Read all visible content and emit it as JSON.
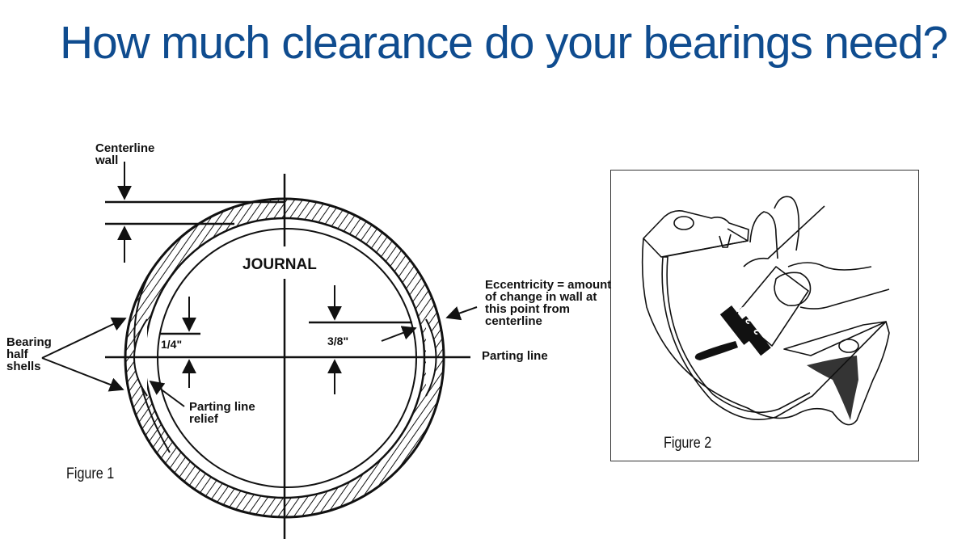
{
  "slide": {
    "title": "How much clearance do your bearings need?",
    "accent_color": "#0f4c8f"
  },
  "figure1": {
    "caption": "Figure 1",
    "labels": {
      "centerline_wall": "Centerline wall",
      "journal": "JOURNAL",
      "bearing_half_shells": "Bearing half shells",
      "quarter_inch": "1/4\"",
      "three_eighths_inch": "3/8\"",
      "eccentricity": "Eccentricity = amount of change in wall at this point from centerline",
      "parting_line": "Parting line",
      "parting_line_relief": "Parting line relief"
    }
  },
  "figure2": {
    "caption": "Figure 2",
    "gauge_numbers": [
      "2",
      "3",
      "4",
      "5",
      "6"
    ]
  }
}
